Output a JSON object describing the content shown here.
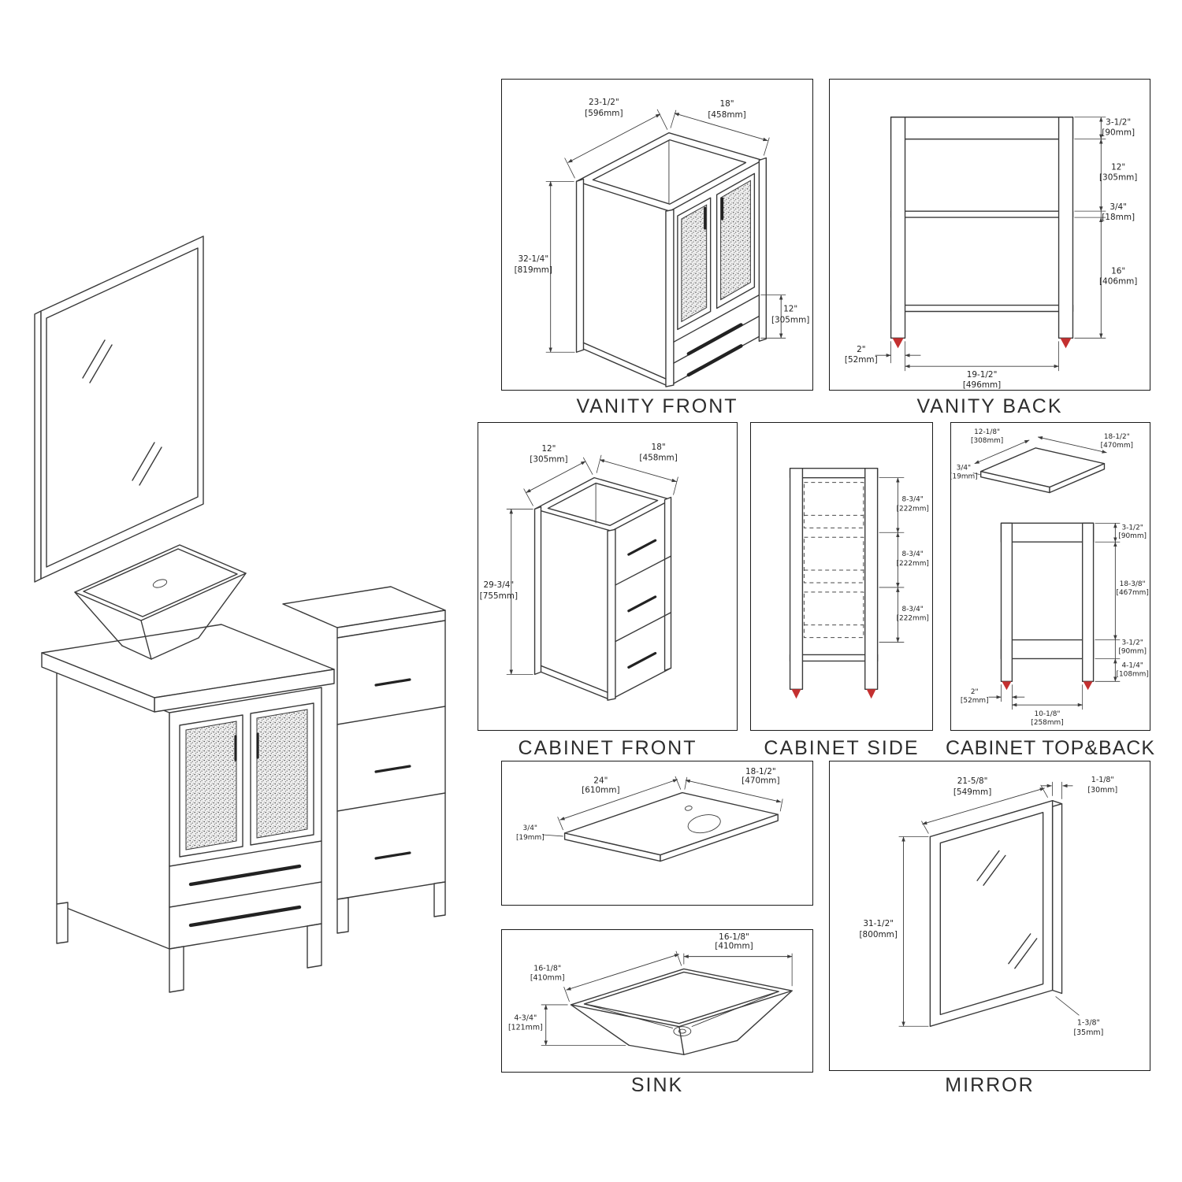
{
  "colors": {
    "line": "#3a3a3a",
    "dim_text": "#1f1f1f",
    "accent_red": "#c43030",
    "background": "#ffffff"
  },
  "labels": {
    "vanity_front": "VANITY FRONT",
    "vanity_back": "VANITY BACK",
    "cabinet_front": "CABINET FRONT",
    "cabinet_side": "CABINET SIDE",
    "cabinet_topback": "CABINET TOP&BACK",
    "sink": "SINK",
    "mirror": "MIRROR"
  },
  "dims": {
    "vanity_front": {
      "width": {
        "in": "23-1/2\"",
        "mm": "[596mm]"
      },
      "depth": {
        "in": "18\"",
        "mm": "[458mm]"
      },
      "height": {
        "in": "32-1/4\"",
        "mm": "[819mm]"
      },
      "drawer": {
        "in": "12\"",
        "mm": "[305mm]"
      }
    },
    "vanity_back": {
      "top_rail": {
        "in": "3-1/2\"",
        "mm": "[90mm]"
      },
      "upper": {
        "in": "12\"",
        "mm": "[305mm]"
      },
      "shelf": {
        "in": "3/4\"",
        "mm": "[18mm]"
      },
      "lower": {
        "in": "16\"",
        "mm": "[406mm]"
      },
      "leg": {
        "in": "2\"",
        "mm": "[52mm]"
      },
      "span": {
        "in": "19-1/2\"",
        "mm": "[496mm]"
      }
    },
    "cabinet_front": {
      "width": {
        "in": "12\"",
        "mm": "[305mm]"
      },
      "depth": {
        "in": "18\"",
        "mm": "[458mm]"
      },
      "height": {
        "in": "29-3/4\"",
        "mm": "[755mm]"
      }
    },
    "cabinet_side": {
      "d1": {
        "in": "8-3/4\"",
        "mm": "[222mm]"
      },
      "d2": {
        "in": "8-3/4\"",
        "mm": "[222mm]"
      },
      "d3": {
        "in": "8-3/4\"",
        "mm": "[222mm]"
      }
    },
    "cabinet_topback": {
      "top_w": {
        "in": "12-1/8\"",
        "mm": "[308mm]"
      },
      "top_d": {
        "in": "18-1/2\"",
        "mm": "[470mm]"
      },
      "top_t": {
        "in": "3/4\"",
        "mm": "[19mm]"
      },
      "rail": {
        "in": "3-1/2\"",
        "mm": "[90mm]"
      },
      "mid": {
        "in": "18-3/8\"",
        "mm": "[467mm]"
      },
      "lower_rail": {
        "in": "3-1/2\"",
        "mm": "[90mm]"
      },
      "leg_h": {
        "in": "4-1/4\"",
        "mm": "[108mm]"
      },
      "leg_w": {
        "in": "2\"",
        "mm": "[52mm]"
      },
      "span": {
        "in": "10-1/8\"",
        "mm": "[258mm]"
      }
    },
    "countertop": {
      "width": {
        "in": "24\"",
        "mm": "[610mm]"
      },
      "depth": {
        "in": "18-1/2\"",
        "mm": "[470mm]"
      },
      "thick": {
        "in": "3/4\"",
        "mm": "[19mm]"
      }
    },
    "sink": {
      "width": {
        "in": "16-1/8\"",
        "mm": "[410mm]"
      },
      "depth": {
        "in": "16-1/8\"",
        "mm": "[410mm]"
      },
      "height": {
        "in": "4-3/4\"",
        "mm": "[121mm]"
      }
    },
    "mirror": {
      "thick": {
        "in": "1-1/8\"",
        "mm": "[30mm]"
      },
      "width": {
        "in": "21-5/8\"",
        "mm": "[549mm]"
      },
      "height": {
        "in": "31-1/2\"",
        "mm": "[800mm]"
      },
      "frame": {
        "in": "1-3/8\"",
        "mm": "[35mm]"
      }
    }
  }
}
